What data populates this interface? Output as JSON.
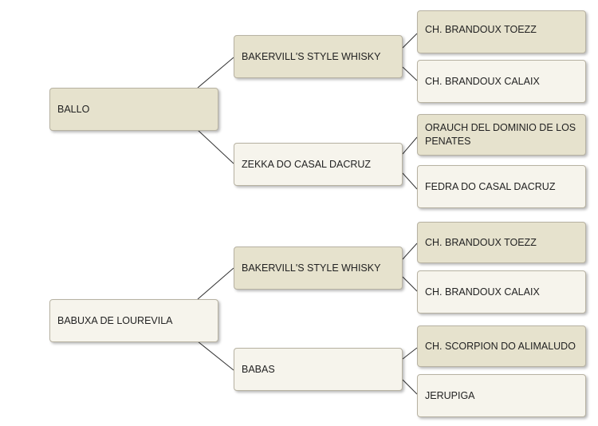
{
  "trees": [
    {
      "root": "BALLO",
      "branches": [
        {
          "label": "BAKERVILL'S STYLE WHISKY",
          "leaves": [
            "CH. BRANDOUX TOEZZ",
            "CH. BRANDOUX CALAIX"
          ]
        },
        {
          "label": "ZEKKA DO CASAL DACRUZ",
          "leaves": [
            "ORAUCH DEL DOMINIO DE LOS PENATES",
            "FEDRA DO CASAL DACRUZ"
          ]
        }
      ]
    },
    {
      "root": "BABUXA DE LOUREVILA",
      "branches": [
        {
          "label": "BAKERVILL'S STYLE WHISKY",
          "leaves": [
            "CH. BRANDOUX TOEZZ",
            "CH. BRANDOUX CALAIX"
          ]
        },
        {
          "label": "BABAS",
          "leaves": [
            "CH. SCORPION DO ALIMALUDO",
            "JERUPIGA"
          ]
        }
      ]
    }
  ],
  "colors": {
    "dark_fill": "#e6e2cd",
    "light_fill": "#f6f4ec",
    "border": "#b7b2a2",
    "connector": "#333333"
  }
}
